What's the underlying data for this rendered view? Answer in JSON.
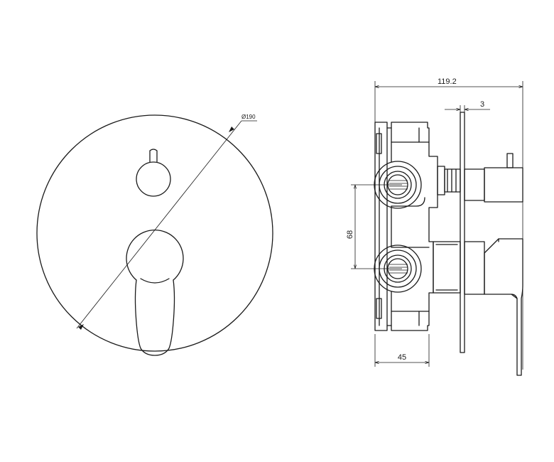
{
  "front_view": {
    "diameter_label": "Ø190"
  },
  "side_view": {
    "overall_depth": "119.2",
    "plate_thickness": "3",
    "inlet_spacing": "68",
    "body_depth": "45"
  }
}
